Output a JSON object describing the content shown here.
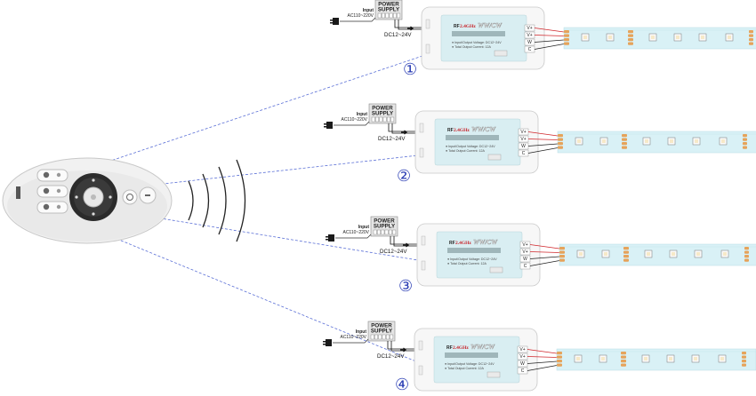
{
  "diagram": {
    "zones": [
      {
        "number": "①",
        "ps_title": [
          "POWER",
          "SUPPLY"
        ],
        "input_label": "Input",
        "input_voltage": "AC110~220V",
        "dc_label": "DC12~24V",
        "terminals": [
          "V+",
          "V+",
          "W",
          "C"
        ]
      },
      {
        "number": "②",
        "ps_title": [
          "POWER",
          "SUPPLY"
        ],
        "input_label": "Input",
        "input_voltage": "AC110~220V",
        "dc_label": "DC12~24V",
        "terminals": [
          "V+",
          "V+",
          "W",
          "C"
        ]
      },
      {
        "number": "③",
        "ps_title": [
          "POWER",
          "SUPPLY"
        ],
        "input_label": "Input",
        "input_voltage": "AC110~220V",
        "dc_label": "DC12~24V",
        "terminals": [
          "V+",
          "V+",
          "W",
          "C"
        ]
      },
      {
        "number": "④",
        "ps_title": [
          "POWER",
          "SUPPLY"
        ],
        "input_label": "Input",
        "input_voltage": "AC110~220V",
        "dc_label": "DC12~24V",
        "terminals": [
          "V+",
          "V+",
          "W",
          "C"
        ]
      }
    ],
    "controller": {
      "brand_rf": "RF",
      "brand_ghz": "2.4GHz",
      "brand_ww": "WW/CW",
      "spec_voltage": "● Input/Output Voltage: DC12~24V",
      "spec_current": "● Total Output Current: 12A"
    },
    "colors": {
      "link_line": "#5a6fd6",
      "wire_red": "#d0262b",
      "wire_dark": "#222222",
      "controller_face": "#d9eef2",
      "strip": "#d9f1f6",
      "led_pad": "#e6a35a",
      "number": "#2a3db4"
    }
  }
}
